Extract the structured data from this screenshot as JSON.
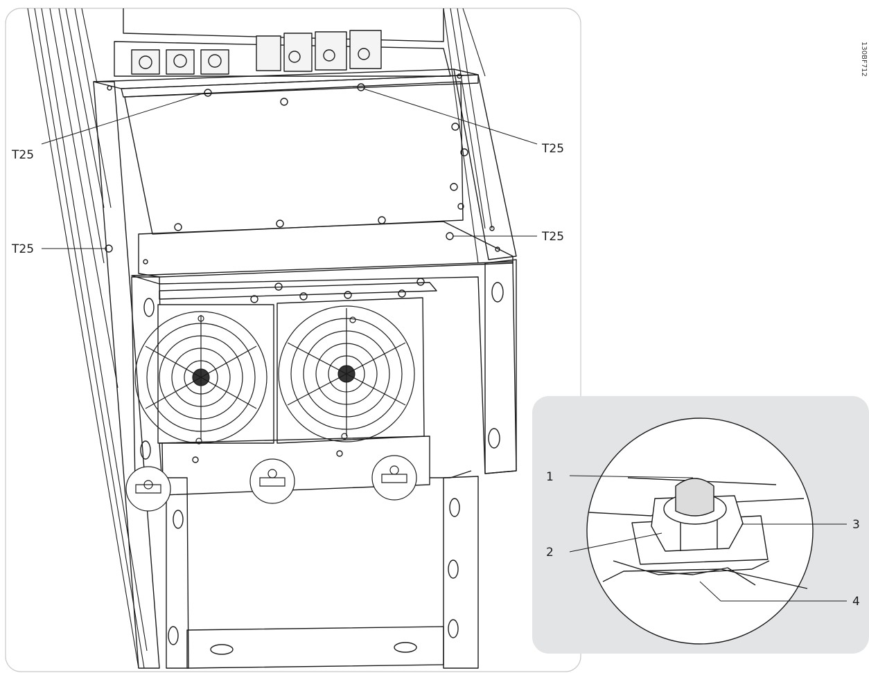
{
  "callouts": {
    "t25_top_left": "T25",
    "t25_top_right": "T25",
    "t25_mid_left": "T25",
    "t25_mid_right": "T25"
  },
  "detail": {
    "label_1": "1",
    "label_2": "2",
    "label_3": "3",
    "label_4": "4"
  },
  "figure_code": "130BF712"
}
